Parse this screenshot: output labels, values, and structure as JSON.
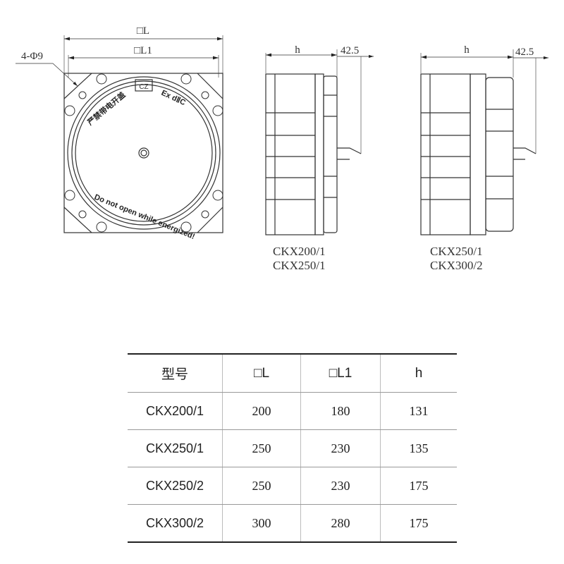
{
  "front_view": {
    "dim_L": "□L",
    "dim_L1": "□L1",
    "holes": "4-Φ9",
    "text_cn": "严禁带电开盖",
    "text_ex": "Ex dⅡC",
    "text_warning": "Do not open while energized!"
  },
  "side_views": [
    {
      "dim_h": "h",
      "dim_offset": "42.5",
      "models": [
        "CKX200/1",
        "CKX250/1"
      ]
    },
    {
      "dim_h": "h",
      "dim_offset": "42.5",
      "models": [
        "CKX250/1",
        "CKX300/2"
      ]
    }
  ],
  "table": {
    "headers": [
      "型号",
      "□L",
      "□L1",
      "h"
    ],
    "rows": [
      [
        "CKX200/1",
        "200",
        "180",
        "131"
      ],
      [
        "CKX250/1",
        "250",
        "230",
        "135"
      ],
      [
        "CKX250/2",
        "250",
        "230",
        "175"
      ],
      [
        "CKX300/2",
        "300",
        "280",
        "175"
      ]
    ]
  }
}
